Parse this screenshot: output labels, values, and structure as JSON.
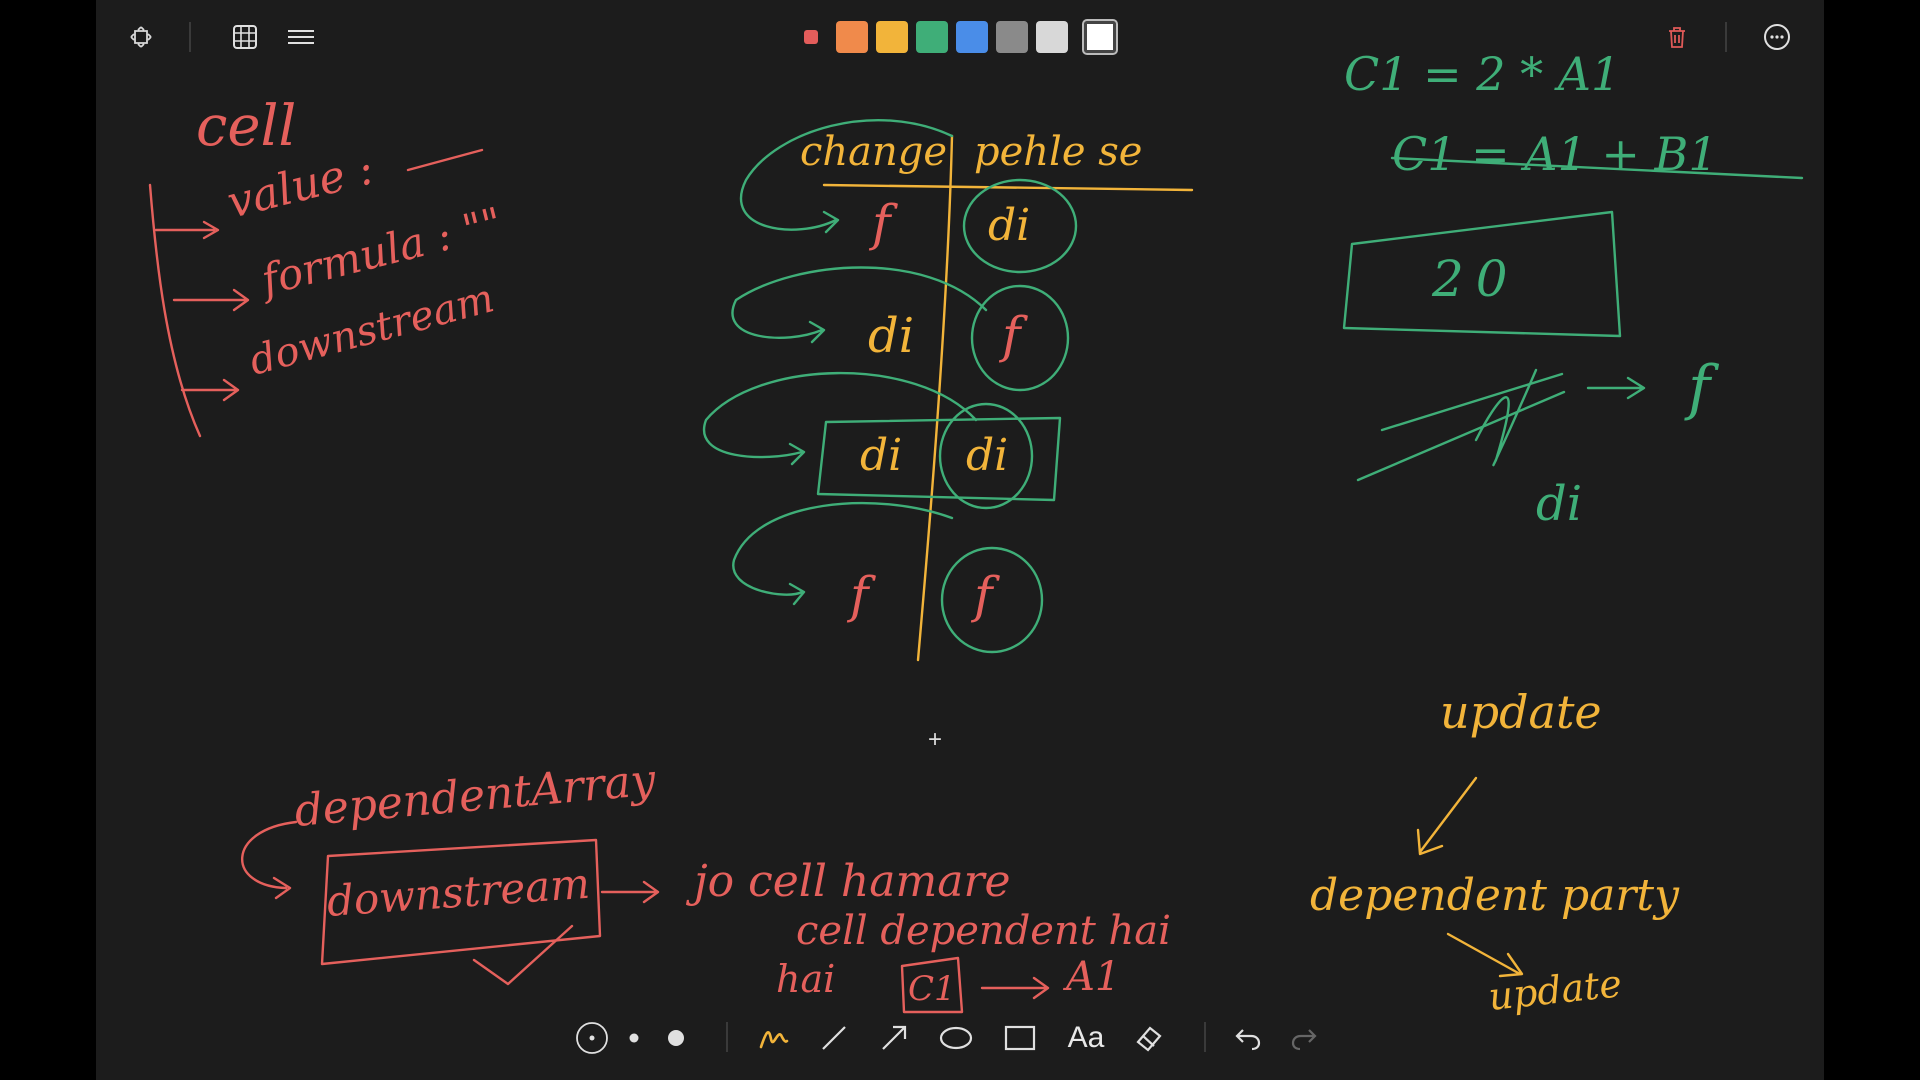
{
  "toolbar": {
    "colors": [
      "#e35d5b",
      "#f08a4b",
      "#f2b43a",
      "#3fae78",
      "#4a8de8",
      "#8a8a8a",
      "#d8d8d8",
      "#ffffff"
    ],
    "selected_color": "#ffffff",
    "icons": [
      "fullscreen-icon",
      "grid-icon",
      "lines-icon",
      "trash-icon",
      "more-icon"
    ]
  },
  "canvas": {
    "cell_title": "cell",
    "cell_fields": [
      "value :",
      "formula : \"\"",
      "downstream"
    ],
    "table_headers": [
      "change",
      "pehle se"
    ],
    "table_rows": [
      [
        "f",
        "di"
      ],
      [
        "di",
        "f"
      ],
      [
        "di",
        "di"
      ],
      [
        "f",
        "f"
      ]
    ],
    "formula_top": "C1 = 2 * A1",
    "formula_struck": "C1 = A1 + B1",
    "box_value": "20",
    "transform_right": "f",
    "transform_below": "di",
    "dependent_array": "dependentArray",
    "downstream_box": "downstream",
    "note_line1": "jo cell hamare",
    "note_line2": "cell dependent hai",
    "note_line3_prefix": "hai",
    "note_ref": "C1",
    "note_target": "A1",
    "update_title": "update",
    "dependent_party": "dependent party",
    "update_bottom": "update"
  },
  "bottom_tools": {
    "text_tool_label": "Aa",
    "icons": [
      "point-size-small-icon",
      "point-size-medium-icon",
      "point-size-large-icon",
      "pen-icon",
      "line-icon",
      "arrow-icon",
      "ellipse-icon",
      "rectangle-icon",
      "text-icon",
      "eraser-icon",
      "undo-icon",
      "redo-icon"
    ]
  }
}
